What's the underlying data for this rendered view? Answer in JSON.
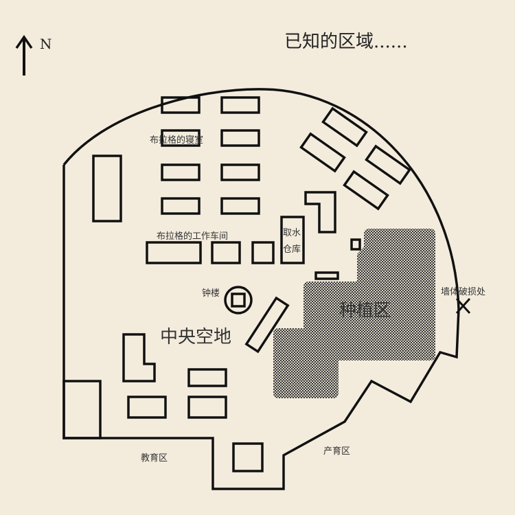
{
  "title": "已知的区域......",
  "compass": {
    "label": "N",
    "icon": "north-arrow-icon"
  },
  "labels": {
    "bedroom": "布拉格的寝室",
    "workshop": "布拉格的工作车间",
    "water_1": "取水",
    "water_2": "仓库",
    "clock_tower": "钟楼",
    "central_plaza": "中央空地",
    "planting": "种植区",
    "wall_breach": "墙体破损处",
    "education": "教育区",
    "breeding": "产育区"
  },
  "colors": {
    "background": "#f3ecdd",
    "ink": "#111111",
    "hatch": "#333333"
  }
}
